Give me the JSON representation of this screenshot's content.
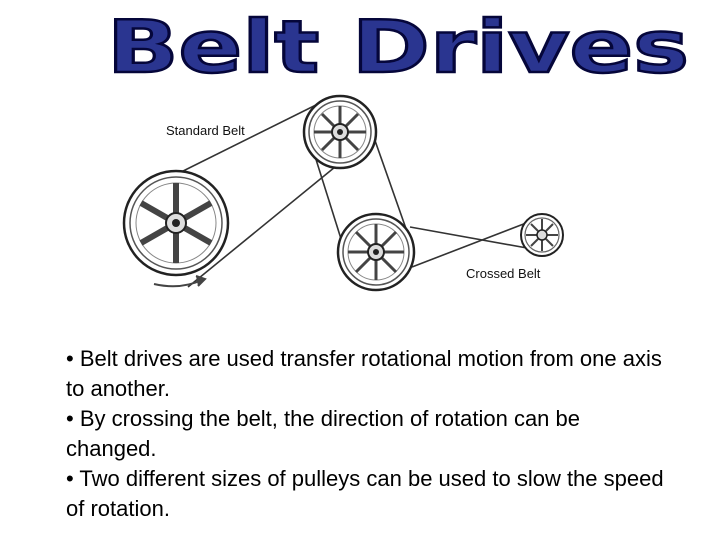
{
  "slide": {
    "title": "Belt Drives",
    "title_fill": "#2a3590",
    "title_stroke": "#05063a"
  },
  "diagram": {
    "labels": {
      "standard_belt": "Standard Belt",
      "crossed_belt": "Crossed Belt"
    }
  },
  "bullets": [
    "• Belt drives are used transfer rotational motion from one axis to another.",
    "• By crossing the belt, the direction of rotation can be changed.",
    "• Two different sizes of pulleys can be used to slow the speed of rotation."
  ]
}
